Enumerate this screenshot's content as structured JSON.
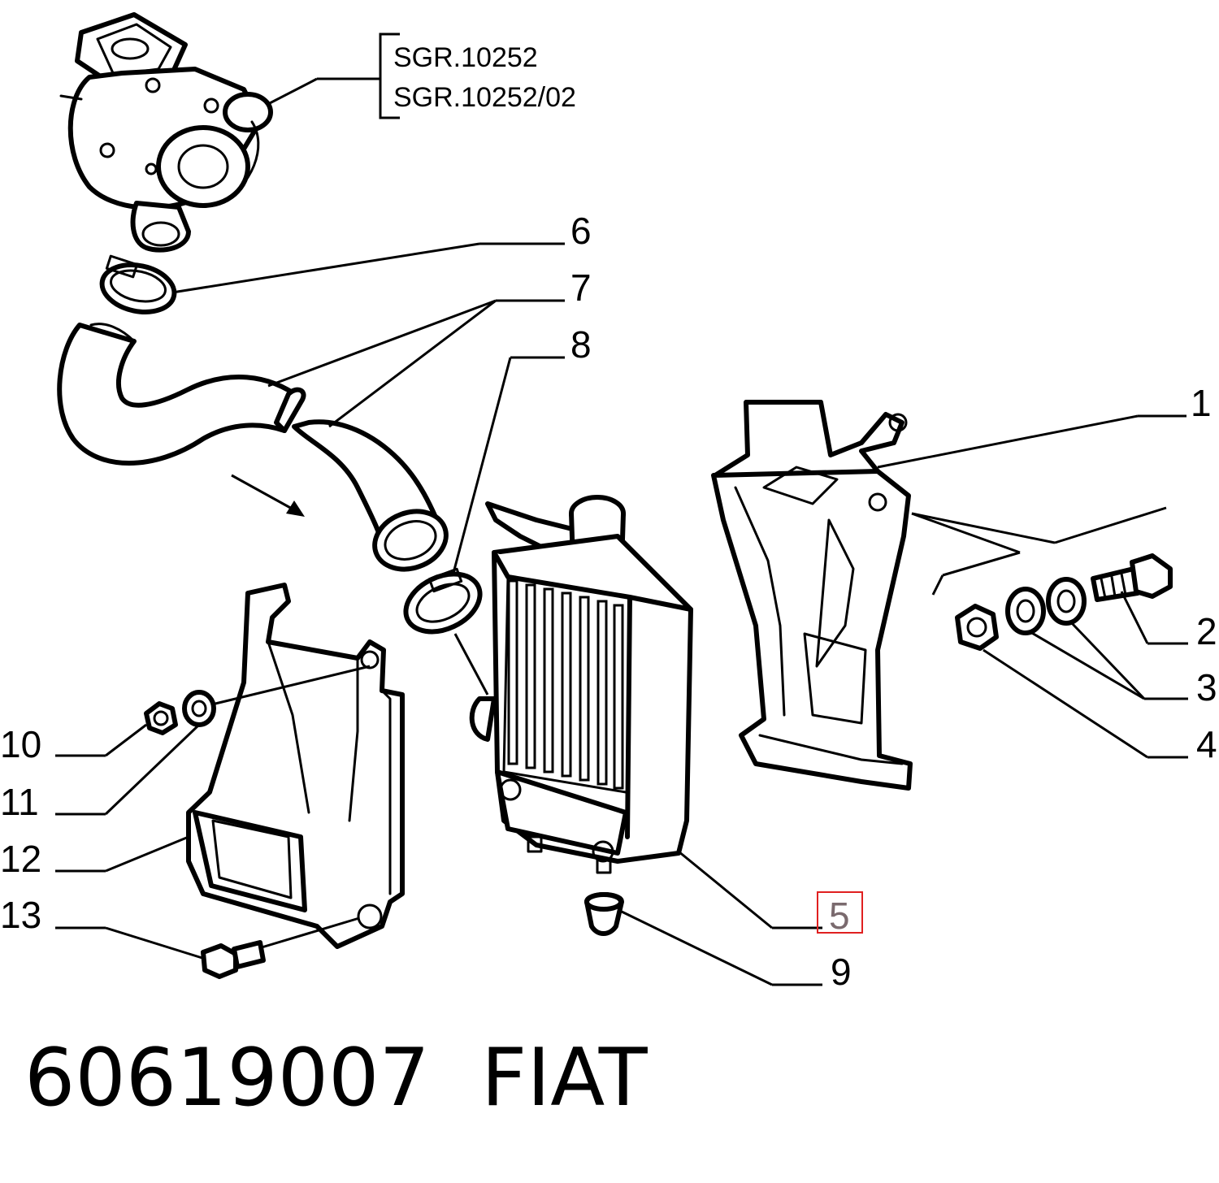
{
  "references": [
    "SGR.10252",
    "SGR.10252/02"
  ],
  "callouts": [
    "1",
    "2",
    "3",
    "4",
    "5",
    "6",
    "7",
    "8",
    "9",
    "10",
    "11",
    "12",
    "13"
  ],
  "highlighted_callout": "5",
  "highlight_color": "#e02020",
  "footer": {
    "part_number": "60619007",
    "brand": "FIAT"
  }
}
